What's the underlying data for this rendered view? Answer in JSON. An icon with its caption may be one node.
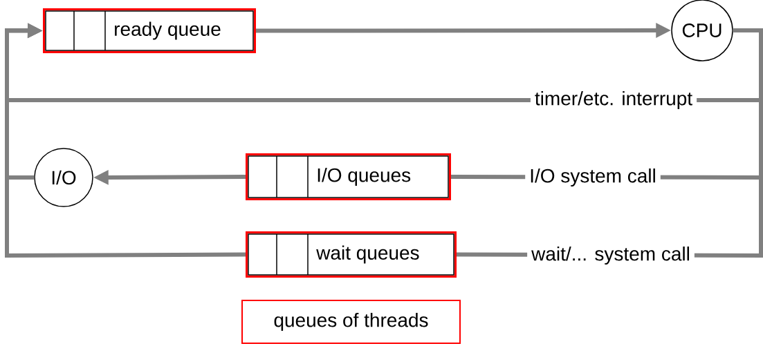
{
  "diagram": {
    "nodes": [
      {
        "text": [
          "ready queue"
        ]
      },
      {
        "text": [
          "CPU"
        ]
      },
      {
        "text": [
          "I/O"
        ]
      },
      {
        "text": [
          "I/O queues"
        ]
      },
      {
        "text": [
          "wait queues"
        ]
      },
      {
        "text": [
          "queues of threads"
        ]
      }
    ],
    "edges": [
      {
        "from": 0,
        "to": 1,
        "arrow": "to"
      },
      {
        "from": 1,
        "to": 0,
        "arrow": "to",
        "label": "timer/etc. interrupt"
      },
      {
        "from": 1,
        "to": 3,
        "arrow": "none",
        "label": "I/O system call"
      },
      {
        "from": 1,
        "to": 4,
        "arrow": "none",
        "label": "wait/... system call"
      },
      {
        "from": 3,
        "to": 2,
        "arrow": "to"
      },
      {
        "from": 2,
        "to": 0,
        "arrow": "to"
      },
      {
        "from": 4,
        "to": 0,
        "arrow": "to"
      }
    ]
  }
}
